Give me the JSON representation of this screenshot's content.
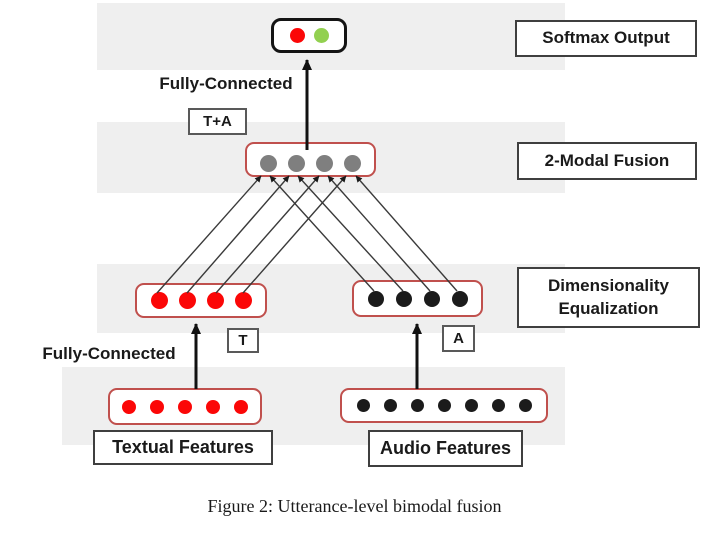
{
  "palette": {
    "band": "#efefef",
    "red_node_border": "#c0504d",
    "softmax_border": "#141414",
    "label_border": "#3f3f3f",
    "wire": "#3a3a3a",
    "arrow": "#111111",
    "red_dot": "#fb0707",
    "green_dot": "#92d050",
    "gray_dot": "#7f7f7f",
    "black_dot": "#1b1b1b"
  },
  "labels": {
    "softmax": "Softmax Output",
    "fusion": "2-Modal Fusion",
    "equalization_line1": "Dimensionality",
    "equalization_line2": "Equalization",
    "textual": "Textual Features",
    "audio": "Audio Features"
  },
  "tags": {
    "fusion": "T+A",
    "textual": "T",
    "audio": "A"
  },
  "annotations": {
    "fully_connected_top": "Fully-Connected",
    "fully_connected_bottom": "Fully-Connected"
  },
  "caption": "Figure 2: Utterance-level bimodal fusion",
  "dots": {
    "softmax": [
      "#fb0707",
      "#92d050"
    ],
    "fusion": [
      "#7f7f7f",
      "#7f7f7f",
      "#7f7f7f",
      "#7f7f7f"
    ],
    "equalization_textual": [
      "#fb0707",
      "#fb0707",
      "#fb0707",
      "#fb0707"
    ],
    "equalization_audio": [
      "#1b1b1b",
      "#1b1b1b",
      "#1b1b1b",
      "#1b1b1b"
    ],
    "textual_features": [
      "#fb0707",
      "#fb0707",
      "#fb0707",
      "#fb0707",
      "#fb0707"
    ],
    "audio_features": [
      "#1b1b1b",
      "#1b1b1b",
      "#1b1b1b",
      "#1b1b1b",
      "#1b1b1b",
      "#1b1b1b",
      "#1b1b1b"
    ]
  }
}
